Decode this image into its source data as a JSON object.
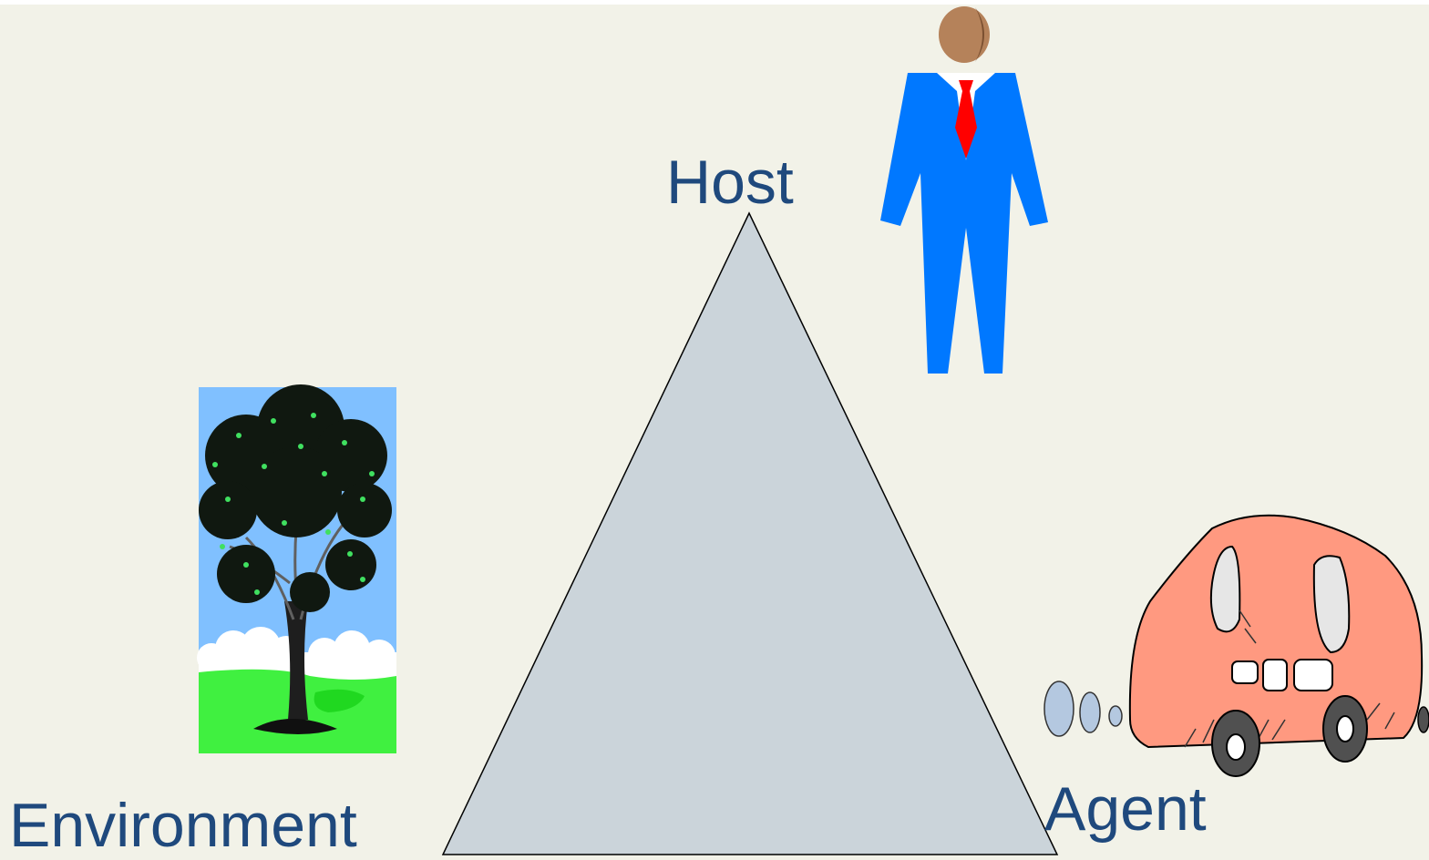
{
  "labels": {
    "host": "Host",
    "environment": "Environment",
    "agent": "Agent"
  },
  "colors": {
    "background": "#f2f2e8",
    "label_text": "#1f497d",
    "triangle_fill": "#cbd4da",
    "suit": "#0078ff",
    "tie": "#ff0000",
    "head": "#b5825a",
    "car_body": "#ff9980",
    "sky": "#80c0ff",
    "grass": "#40f040"
  },
  "icons": {
    "host": "businessman-icon",
    "environment": "tree-icon",
    "agent": "car-icon"
  }
}
